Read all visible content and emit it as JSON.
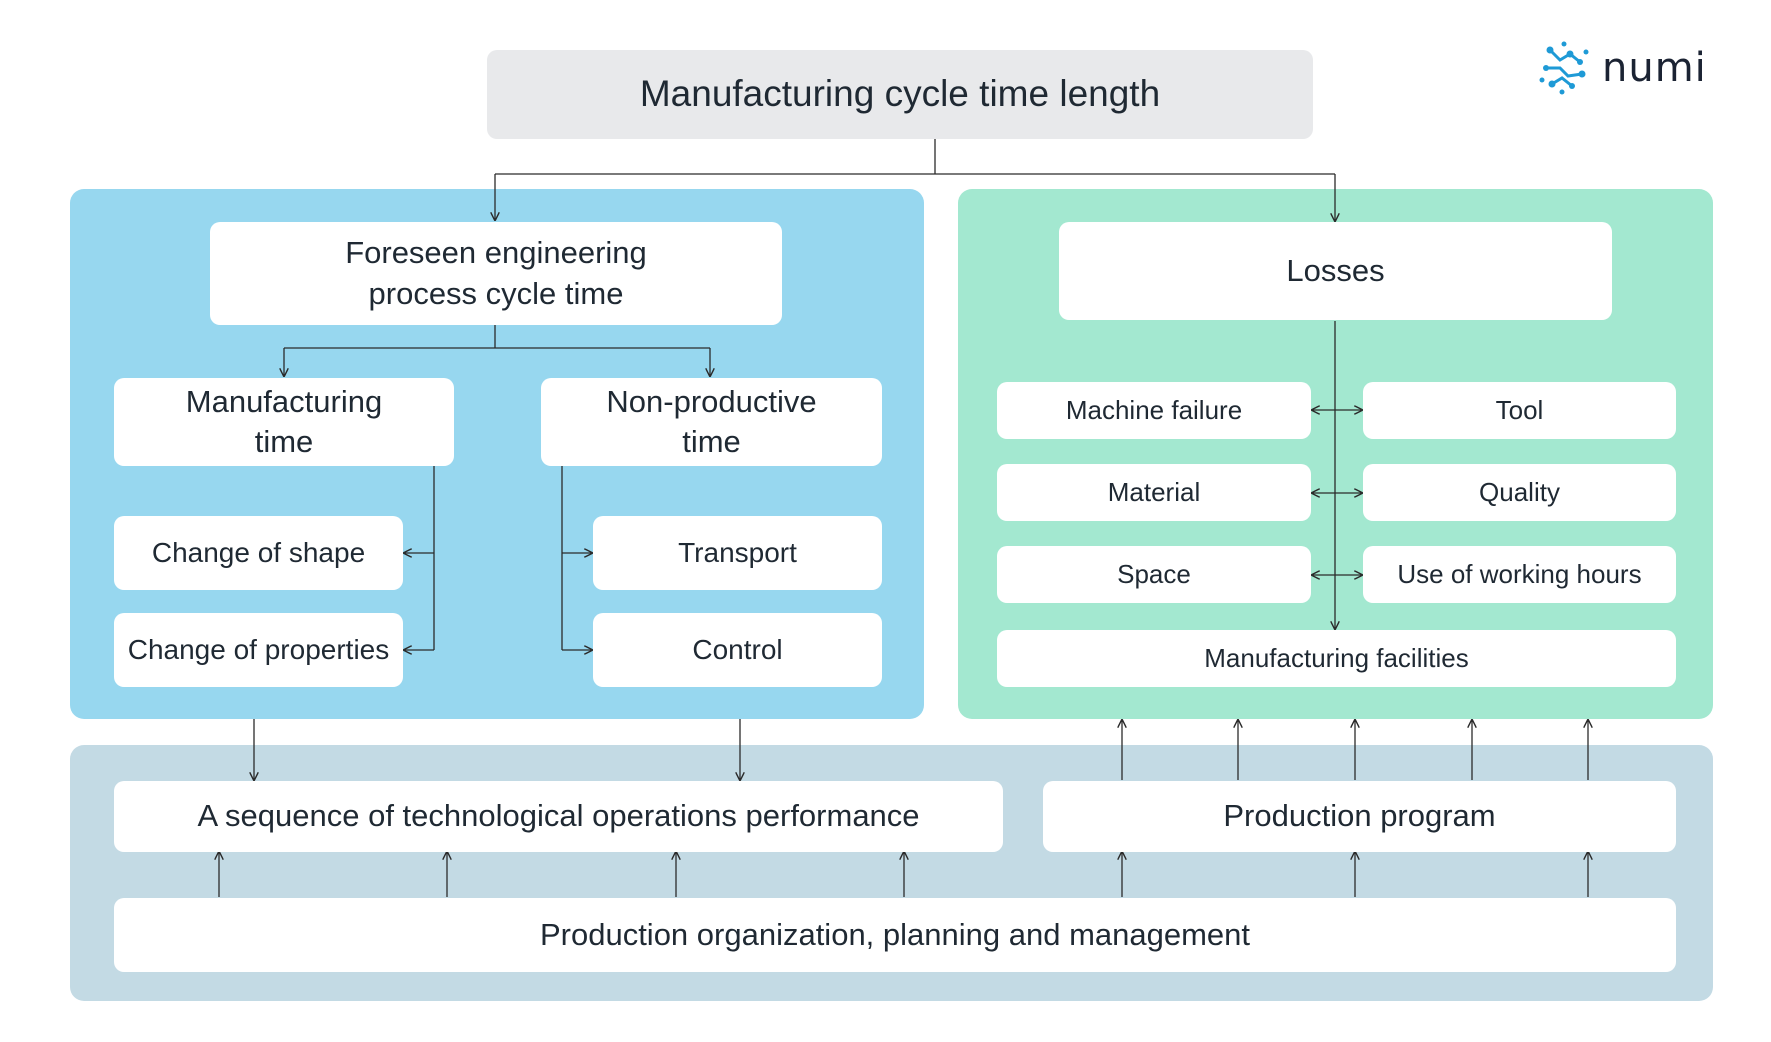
{
  "header": {
    "title": "Manufacturing cycle time length"
  },
  "logo": {
    "wordmark": "numi",
    "icon": "molecule-network-icon",
    "color": "#1e9ad6"
  },
  "colors": {
    "blue_panel": "#97d7ef",
    "green_panel": "#a3e8d0",
    "slate_panel": "#c3dae4",
    "title_box": "#e8e9eb",
    "line": "#2b2b2b"
  },
  "left": {
    "title": "Foreseen engineering process cycle time",
    "manufacturing_time": "Manufacturing time",
    "non_productive_time": "Non-productive time",
    "change_of_shape": "Change of shape",
    "change_of_properties": "Change of properties",
    "transport": "Transport",
    "control": "Control"
  },
  "right": {
    "title": "Losses",
    "machine_failure": "Machine failure",
    "tool": "Tool",
    "material": "Material",
    "quality": "Quality",
    "space": "Space",
    "use_of_working_hours": "Use of working hours",
    "manufacturing_facilities": "Manufacturing facilities"
  },
  "bottom": {
    "sequence": "A sequence of technological operations performance",
    "production_program": "Production program",
    "organization": "Production organization, planning and management"
  }
}
